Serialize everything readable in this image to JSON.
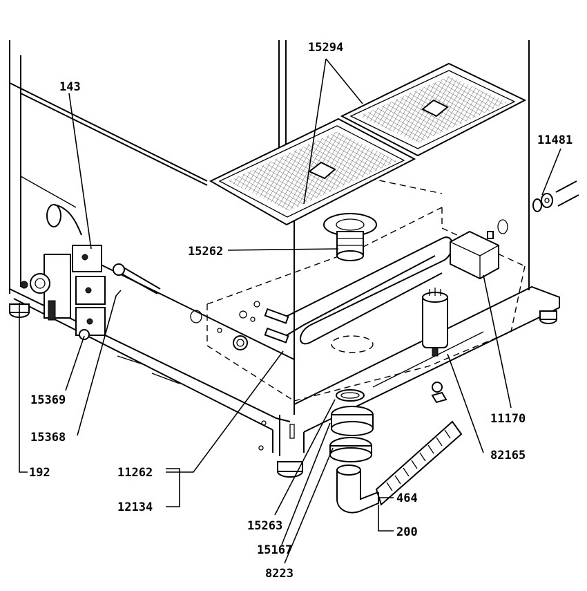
{
  "labels": {
    "l15294": "15294",
    "l143": "143",
    "l11481": "11481",
    "l15262": "15262",
    "l15369": "15369",
    "l15368": "15368",
    "l192": "192",
    "l11262": "11262",
    "l12134": "12134",
    "l11170": "11170",
    "l82165": "82165",
    "l464": "464",
    "l200": "200",
    "l15263": "15263",
    "l15167": "15167",
    "l8223": "8223"
  }
}
